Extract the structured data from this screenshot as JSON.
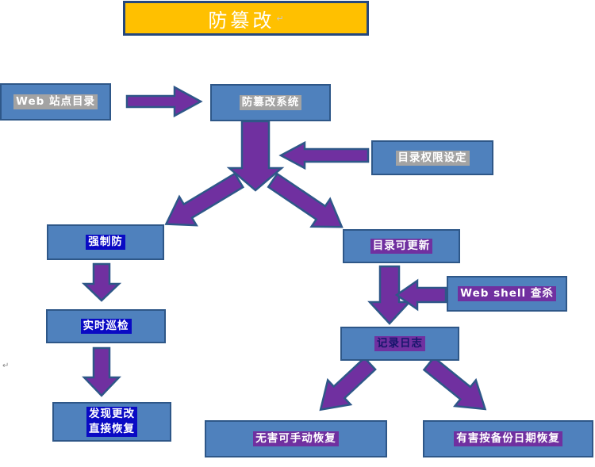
{
  "title": {
    "label": "防篡改",
    "return_mark": "↵"
  },
  "margin_mark": "↵",
  "nodes": {
    "web_dir": {
      "label": "Web 站点目录"
    },
    "system": {
      "label": "防篡改系统"
    },
    "dir_perm": {
      "label": "目录权限设定"
    },
    "force_protect": {
      "label": "强制防"
    },
    "dir_update": {
      "label": "目录可更新"
    },
    "webshell": {
      "label": "Web shell 查杀"
    },
    "realtime": {
      "label": "实时巡检"
    },
    "record_log": {
      "label": "记录日志"
    },
    "found_change": {
      "label_line1": "发现更改",
      "label_line2": "直接恢复"
    },
    "harmless": {
      "label": "无害可手动恢复"
    },
    "harmful": {
      "label": "有害按备份日期恢复"
    }
  },
  "colors": {
    "box_fill": "#4f81bd",
    "box_border": "#2e5788",
    "title_fill": "#ffc000",
    "title_border": "#24477e",
    "arrow_fill": "#7030a0",
    "arrow_border": "#2e5788",
    "highlight_gray": "#a3a3a3",
    "highlight_navy": "#0a0ac4",
    "highlight_purple": "#7030a0",
    "text_white": "#ffffff",
    "text_dark": "#16166b"
  }
}
